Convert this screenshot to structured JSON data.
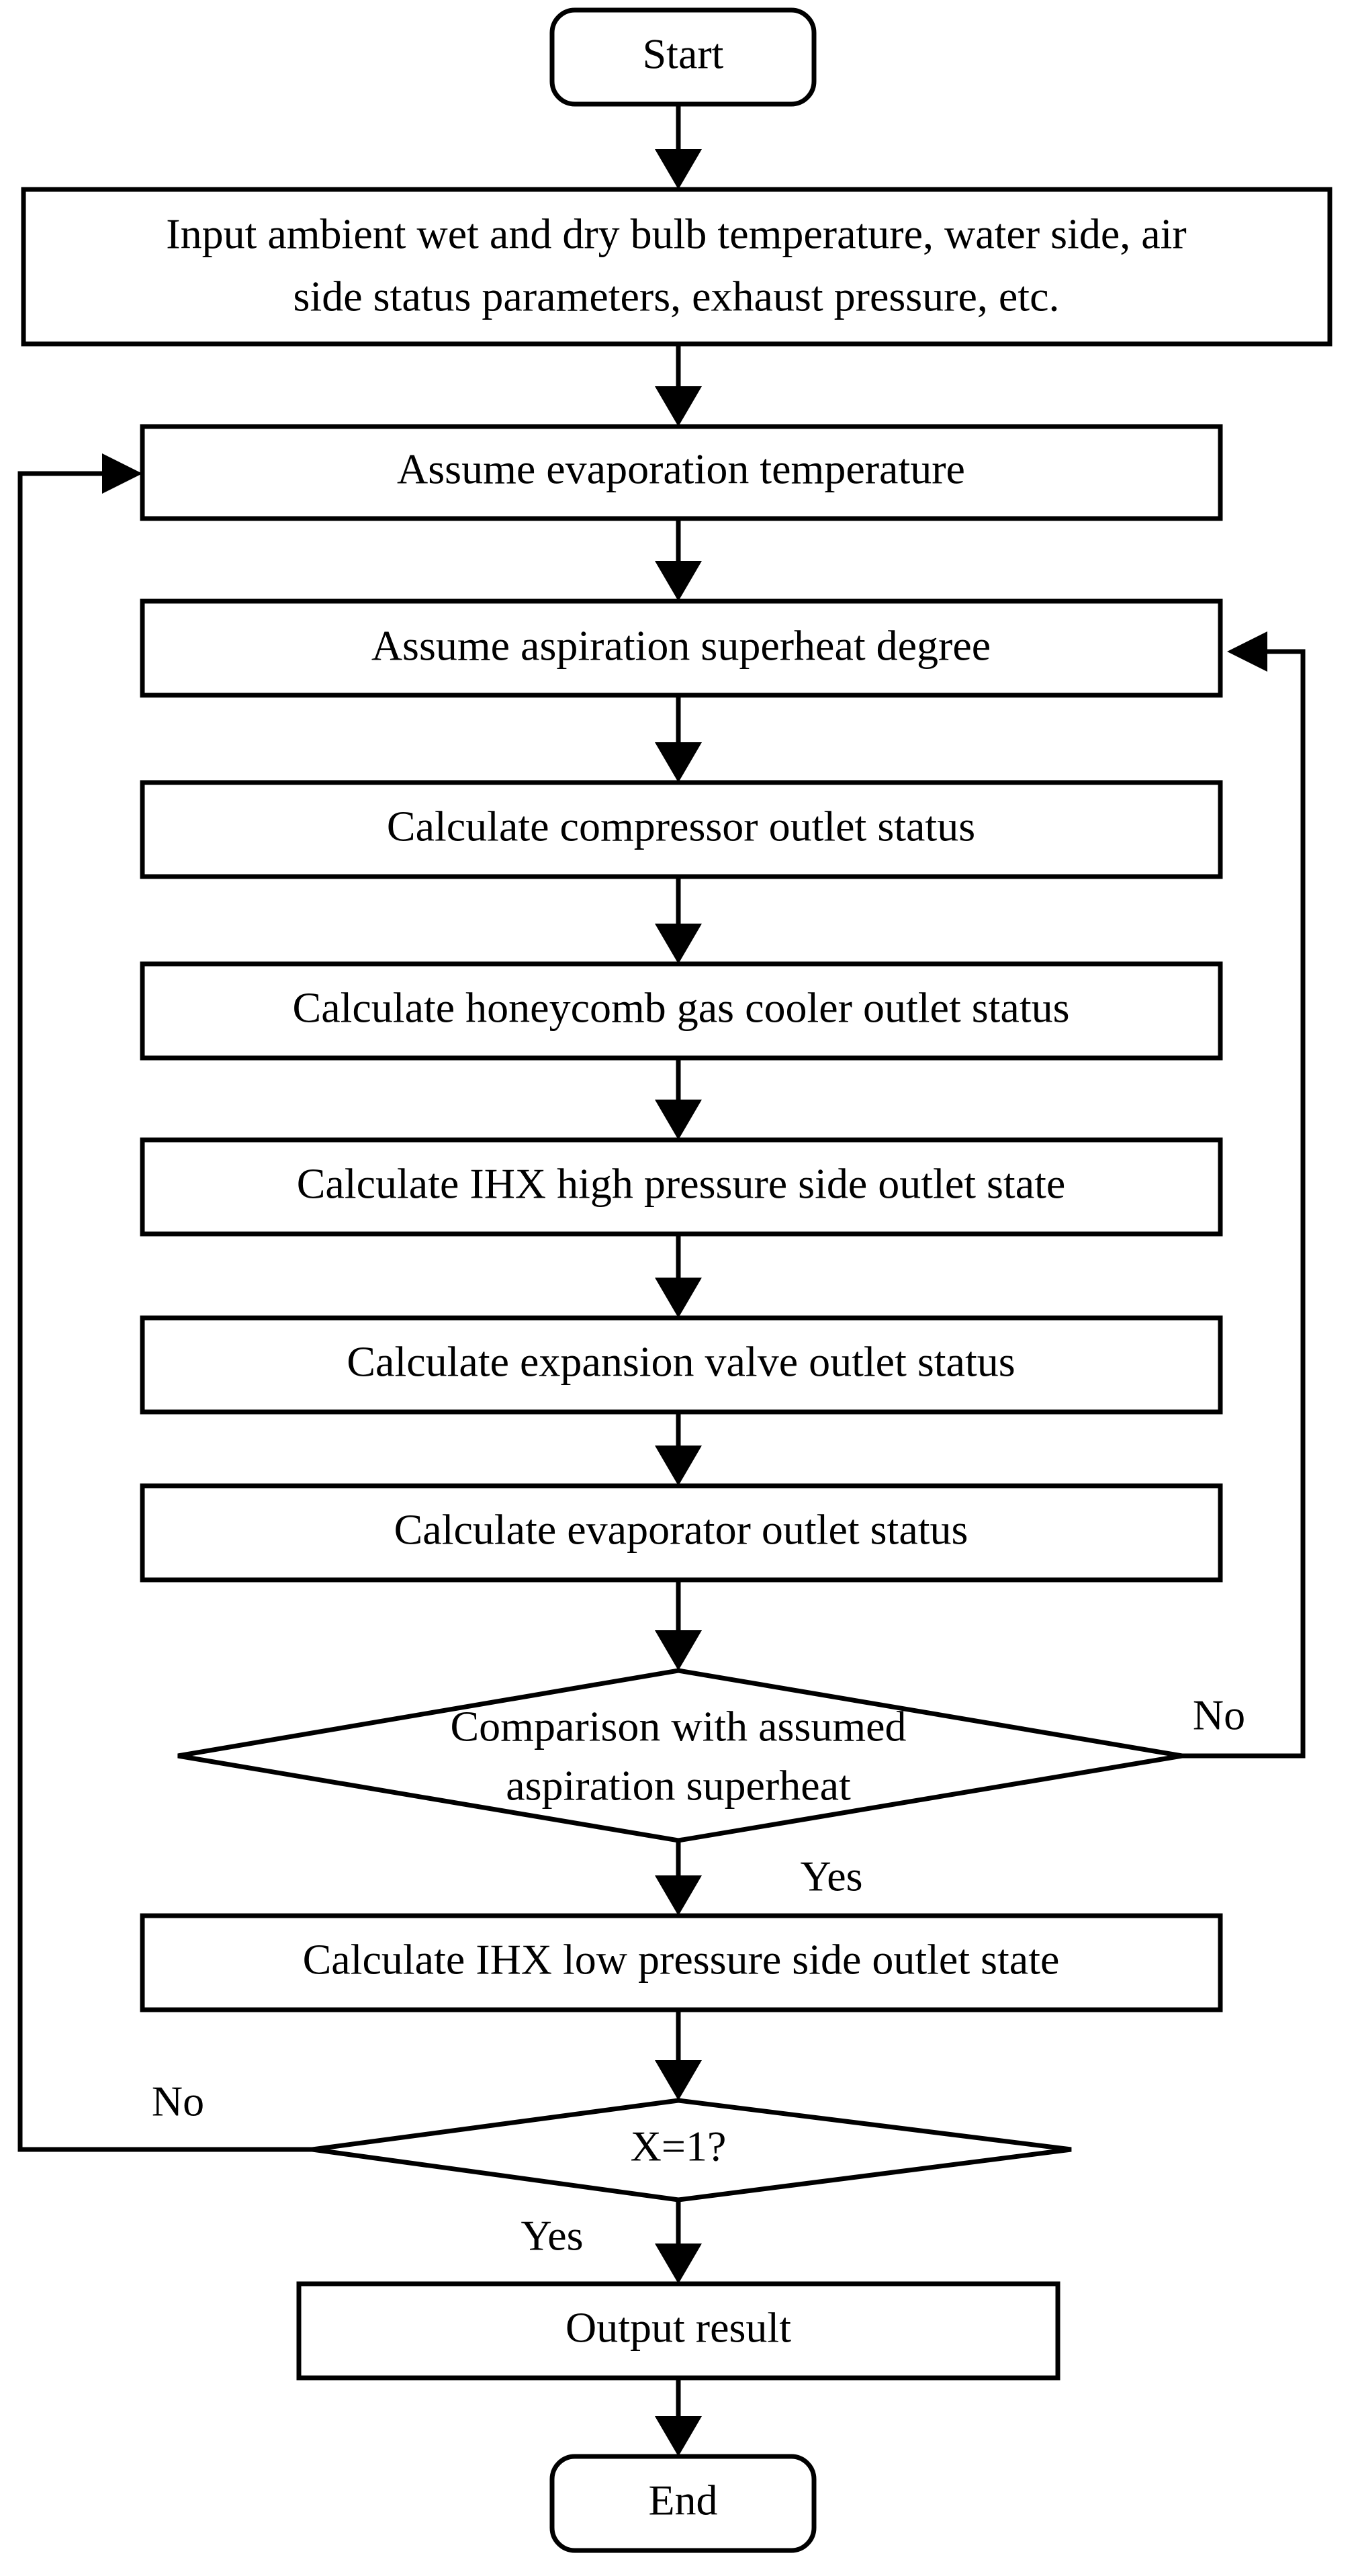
{
  "nodes": {
    "start": "Start",
    "input_line1": "Input ambient wet and dry bulb temperature, water side, air",
    "input_line2": "side status parameters, exhaust pressure, etc.",
    "assume_evap": "Assume evaporation temperature",
    "assume_superheat": "Assume aspiration superheat degree",
    "calc_compressor": "Calculate compressor outlet status",
    "calc_gas_cooler": "Calculate honeycomb gas cooler outlet status",
    "calc_ihx_high": "Calculate IHX high pressure side outlet state",
    "calc_expansion": "Calculate expansion valve outlet status",
    "calc_evaporator": "Calculate evaporator outlet status",
    "compare_line1": "Comparison with assumed",
    "compare_line2": "aspiration superheat",
    "calc_ihx_low": "Calculate IHX low pressure side outlet state",
    "check_x": "X=1?",
    "output": "Output result",
    "end": "End"
  },
  "edge_labels": {
    "compare_no": "No",
    "compare_yes": "Yes",
    "check_no": "No",
    "check_yes": "Yes"
  }
}
